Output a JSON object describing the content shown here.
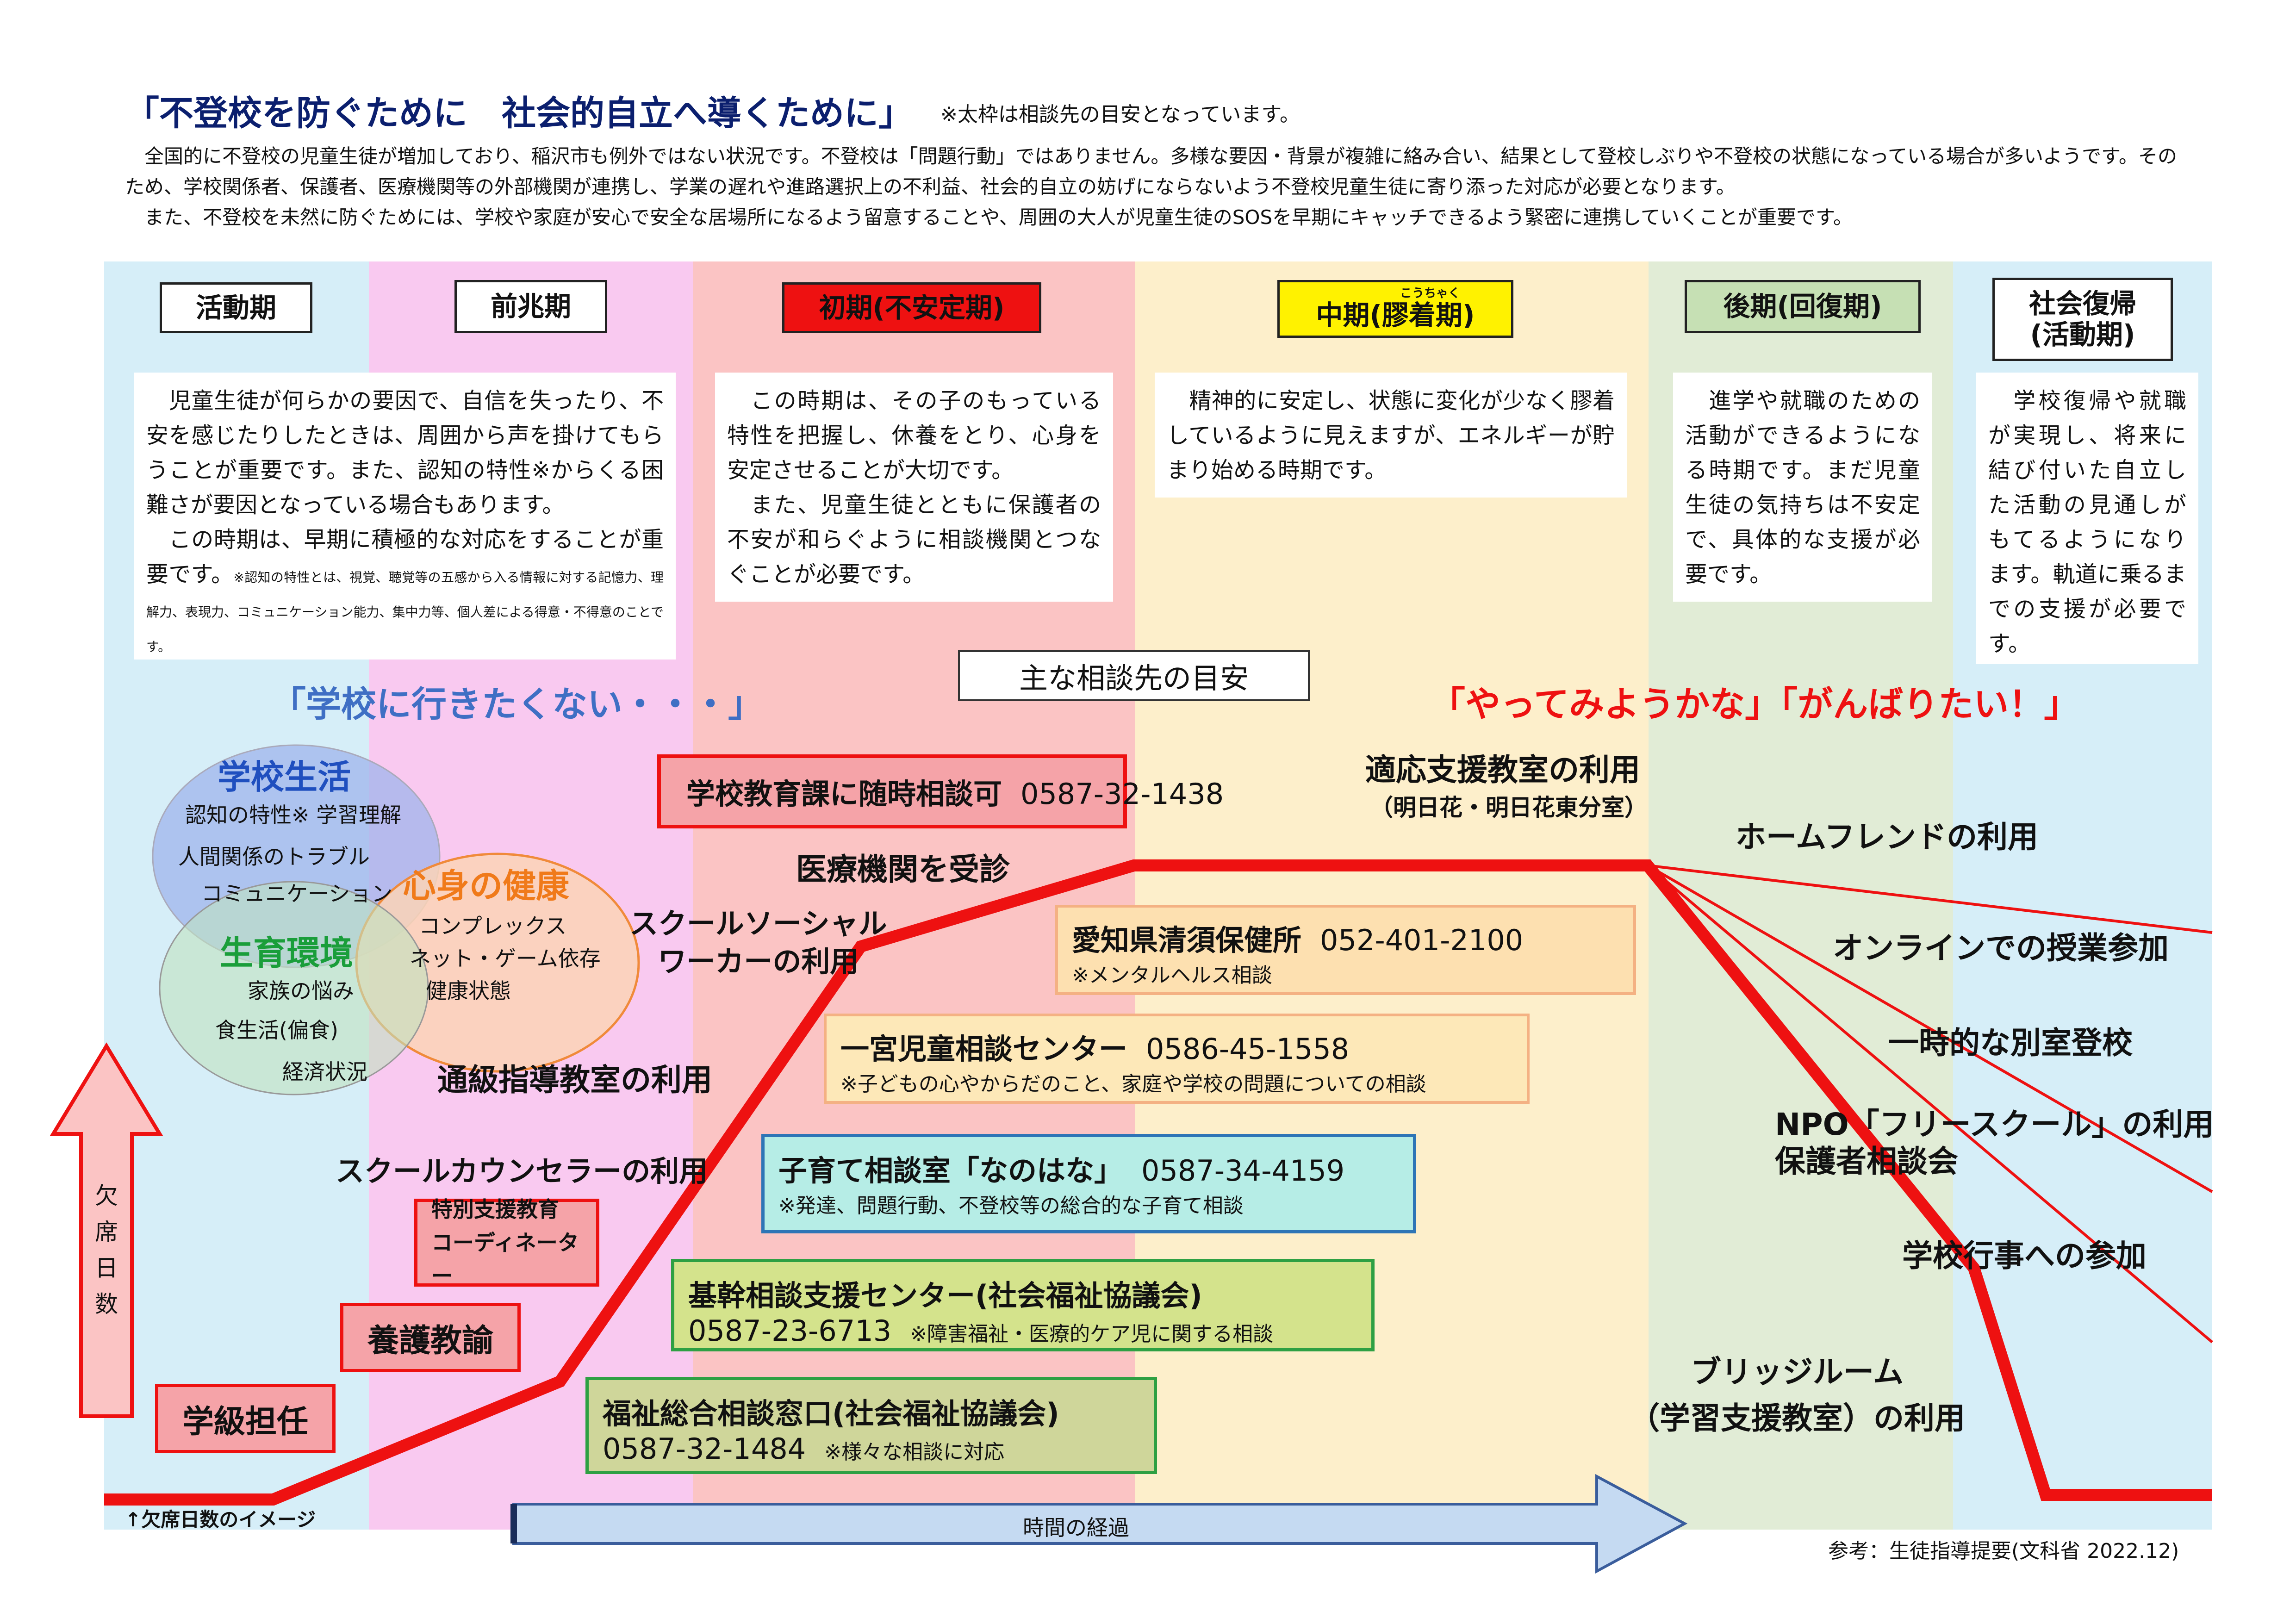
{
  "title": "「不登校を防ぐために　社会的自立へ導くために」",
  "title_note": "※太枠は相談先の目安となっています。",
  "intro": [
    "全国的に不登校の児童生徒が増加しており、稲沢市も例外ではない状況です。不登校は「問題行動」ではありません。多様な要因・背景が複雑に絡み合い、結果として登校しぶりや不登校の状態になっている場合が多いようです。そのため、学校関係者、保護者、医療機関等の外部機関が連携し、学業の遅れや進路選択上の不利益、社会的自立の妨げにならないよう不登校児童生徒に寄り添った対応が必要となります。",
    "また、不登校を未然に防ぐためには、学校や家庭が安心で安全な居場所になるよう留意することや、周囲の大人が児童生徒のSOSを早期にキャッチできるよう緊密に連携していくことが重要です。"
  ],
  "colors": {
    "col1": "#d6eef8",
    "col2": "#f9c9f0",
    "col3": "#fbc4c4",
    "col4": "#fdefcb",
    "col5": "#e1ecd6",
    "col6": "#d6eef8",
    "red_line": "#ee1111",
    "title": "#0b1f6e",
    "blue_text": "#3f6fc4",
    "red_text": "#ee1111"
  },
  "phases": [
    {
      "label": "活動期",
      "desc": "　児童生徒が何らかの要因で、自信を失ったり、不安を感じたりしたときは、周囲から声を掛けてもらうことが重要です。また、認知の特性※からくる困難さが要因となっている場合もあります。\n　この時期は、早期に積極的な対応をすることが重要です。",
      "desc_note": "※認知の特性とは、視覚、聴覚等の五感から入る情報に対する記憶力、理解力、表現力、コミュニケーション能力、集中力等、個人差による得意・不得意のことです。"
    },
    {
      "label": "前兆期"
    },
    {
      "label": "初期(不安定期)",
      "desc": "　この時期は、その子のもっている特性を把握し、休養をとり、心身を安定させることが大切です。\n　また、児童生徒とともに保護者の不安が和らぐように相談機関とつなぐことが必要です。"
    },
    {
      "label": "中期(膠着期)",
      "ruby": "こうちゃく",
      "desc": "　精神的に安定し、状態に変化が少なく膠着しているように見えますが、エネルギーが貯まり始める時期です。"
    },
    {
      "label": "後期(回復期)",
      "desc": "　進学や就職のための活動ができるようになる時期です。まだ児童生徒の気持ちは不安定で、具体的な支援が必要です。"
    },
    {
      "label": "社会復帰\n(活動期)",
      "desc": "　学校復帰や就職が実現し、将来に結び付いた自立した活動の見通しがもてるようになります。軌道に乗るまでの支援が必要です。"
    }
  ],
  "main_consult_label": "主な相談先の目安",
  "voice_left": "「学校に行きたくない・・・」",
  "voice_right": "「やってみようかな」「がんばりたい！」",
  "circles": {
    "school": {
      "title": "学校生活",
      "items": [
        "認知の特性※ 学習理解",
        "人間関係のトラブル",
        "コミュニケーション"
      ]
    },
    "health": {
      "title": "心身の健康",
      "items": [
        "コンプレックス",
        "ネット・ゲーム依存",
        "健康状態"
      ]
    },
    "environment": {
      "title": "生育環境",
      "items": [
        "家族の悩み",
        "食生活(偏食)",
        "経済状況"
      ]
    }
  },
  "supports": {
    "homeroom": "学級担任",
    "nurse": "養護教諭",
    "special_coord": "特別支援教育\nコーディネーター",
    "counselor": "スクールカウンセラーの利用",
    "tsukyu": "通級指導教室の利用",
    "ssw": "スクールソーシャル\nワーカーの利用",
    "medical": "医療機関を受診",
    "tekiou": "適応支援教室の利用",
    "tekiou_sub": "（明日花・明日花東分室）",
    "homefriend": "ホームフレンドの利用",
    "online": "オンラインでの授業参加",
    "bessitsu": "一時的な別室登校",
    "npo": "NPO「フリースクール」の利用\n保護者相談会",
    "gyouji": "学校行事への参加",
    "bridge": "ブリッジルーム\n（学習支援教室）の利用"
  },
  "contacts": [
    {
      "name": "学校教育課に随時相談可",
      "tel": "0587-32-1438",
      "note": ""
    },
    {
      "name": "愛知県清須保健所",
      "tel": "052-401-2100",
      "note": "※メンタルヘルス相談"
    },
    {
      "name": "一宮児童相談センター",
      "tel": "0586-45-1558",
      "note": "※子どもの心やからだのこと、家庭や学校の問題についての相談"
    },
    {
      "name": "子育て相談室「なのはな」",
      "tel": "0587-34-4159",
      "note": "※発達、問題行動、不登校等の総合的な子育て相談"
    },
    {
      "name": "基幹相談支援センター(社会福祉協議会)",
      "tel": "0587-23-6713",
      "note": "※障害福祉・医療的ケア児に関する相談"
    },
    {
      "name": "福祉総合相談窓口(社会福祉協議会)",
      "tel": "0587-32-1484",
      "note": "※様々な相談に対応"
    }
  ],
  "absence_label": "欠席日数",
  "absence_note": "↑欠席日数のイメージ",
  "time_label": "時間の経過",
  "source": "参考：生徒指導提要(文科省 2022.12)"
}
